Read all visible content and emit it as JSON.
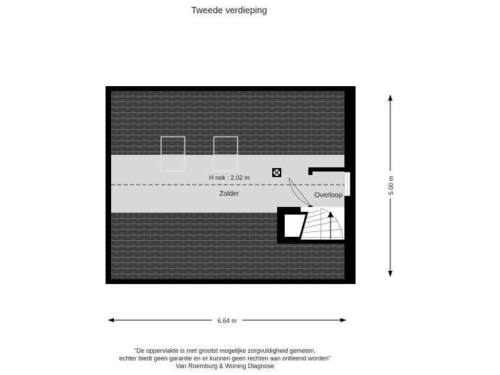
{
  "title": "Tweede verdieping",
  "rooms": {
    "attic": "Zolder",
    "landing": "Overloop"
  },
  "ridge_height": "H nok : 2.02 m",
  "dimensions": {
    "width": "6.64 m",
    "depth": "5.00 m"
  },
  "footer": {
    "line1": "\"De oppervlakte is met grootst mogelijke zorgvuldigheid gemeten,",
    "line2": "echter biedt geen garantie en er kunnen geen rechten aan ontleend worden\"",
    "line3": "Van Roemburg & Woning Diagnose"
  },
  "colors": {
    "roof": "#3d3d3d",
    "roof_lines": "#6b6b6b",
    "wall": "#000000",
    "floor": "#d9d9d9",
    "background": "#ffffff"
  },
  "icons": [
    "ventilation-icon",
    "stair-arrow-icon"
  ]
}
